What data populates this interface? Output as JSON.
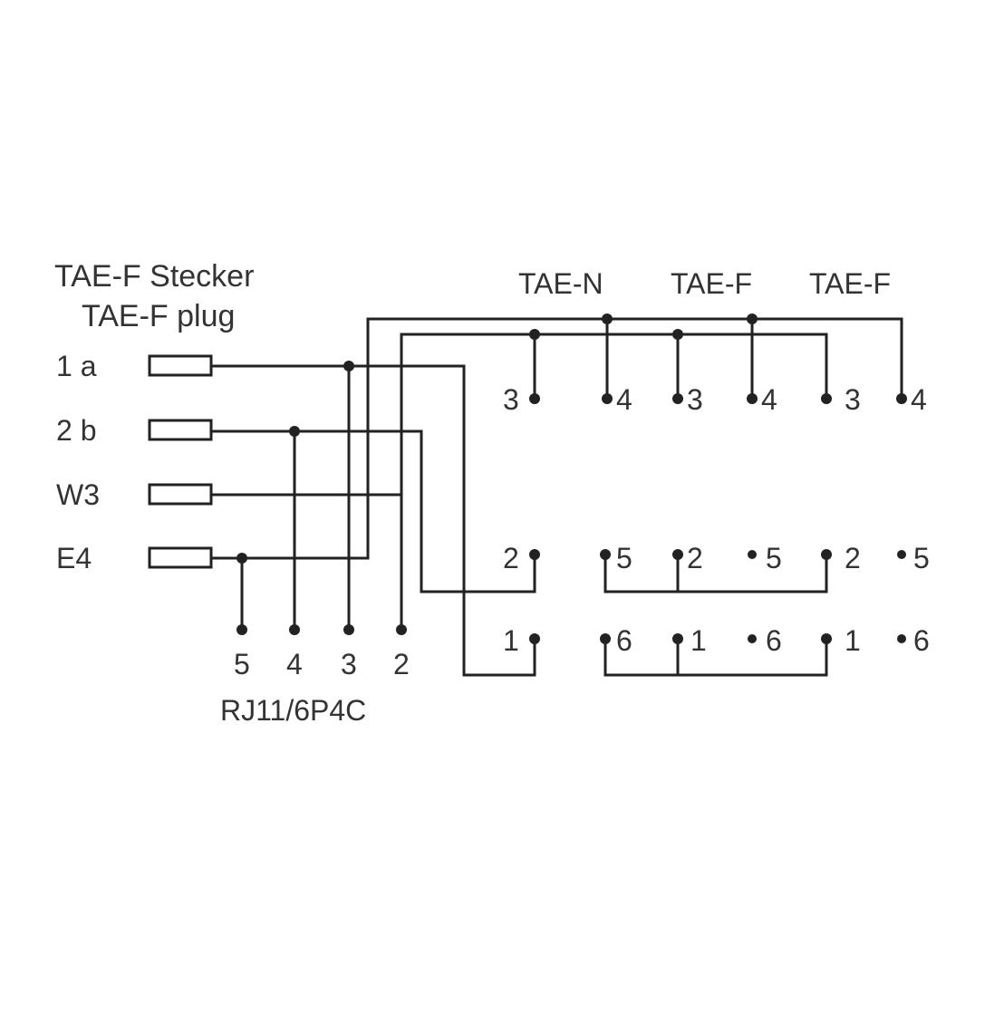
{
  "plug_title": "TAE-F Stecker",
  "plug_subtitle": "TAE-F plug",
  "plug_pins": [
    "1 a",
    "2 b",
    "W3",
    "E4"
  ],
  "rj11_pins": [
    "5",
    "4",
    "3",
    "2"
  ],
  "rj11_label": "RJ11/6P4C",
  "sockets": [
    "TAE-N",
    "TAE-F",
    "TAE-F"
  ],
  "top_row": [
    "3",
    "4",
    "3",
    "4",
    "3",
    "4"
  ],
  "mid_row": [
    "2",
    "5",
    "2",
    "5",
    "2",
    "5"
  ],
  "bottom_row": [
    "1",
    "6",
    "1",
    "6",
    "1",
    "6"
  ]
}
